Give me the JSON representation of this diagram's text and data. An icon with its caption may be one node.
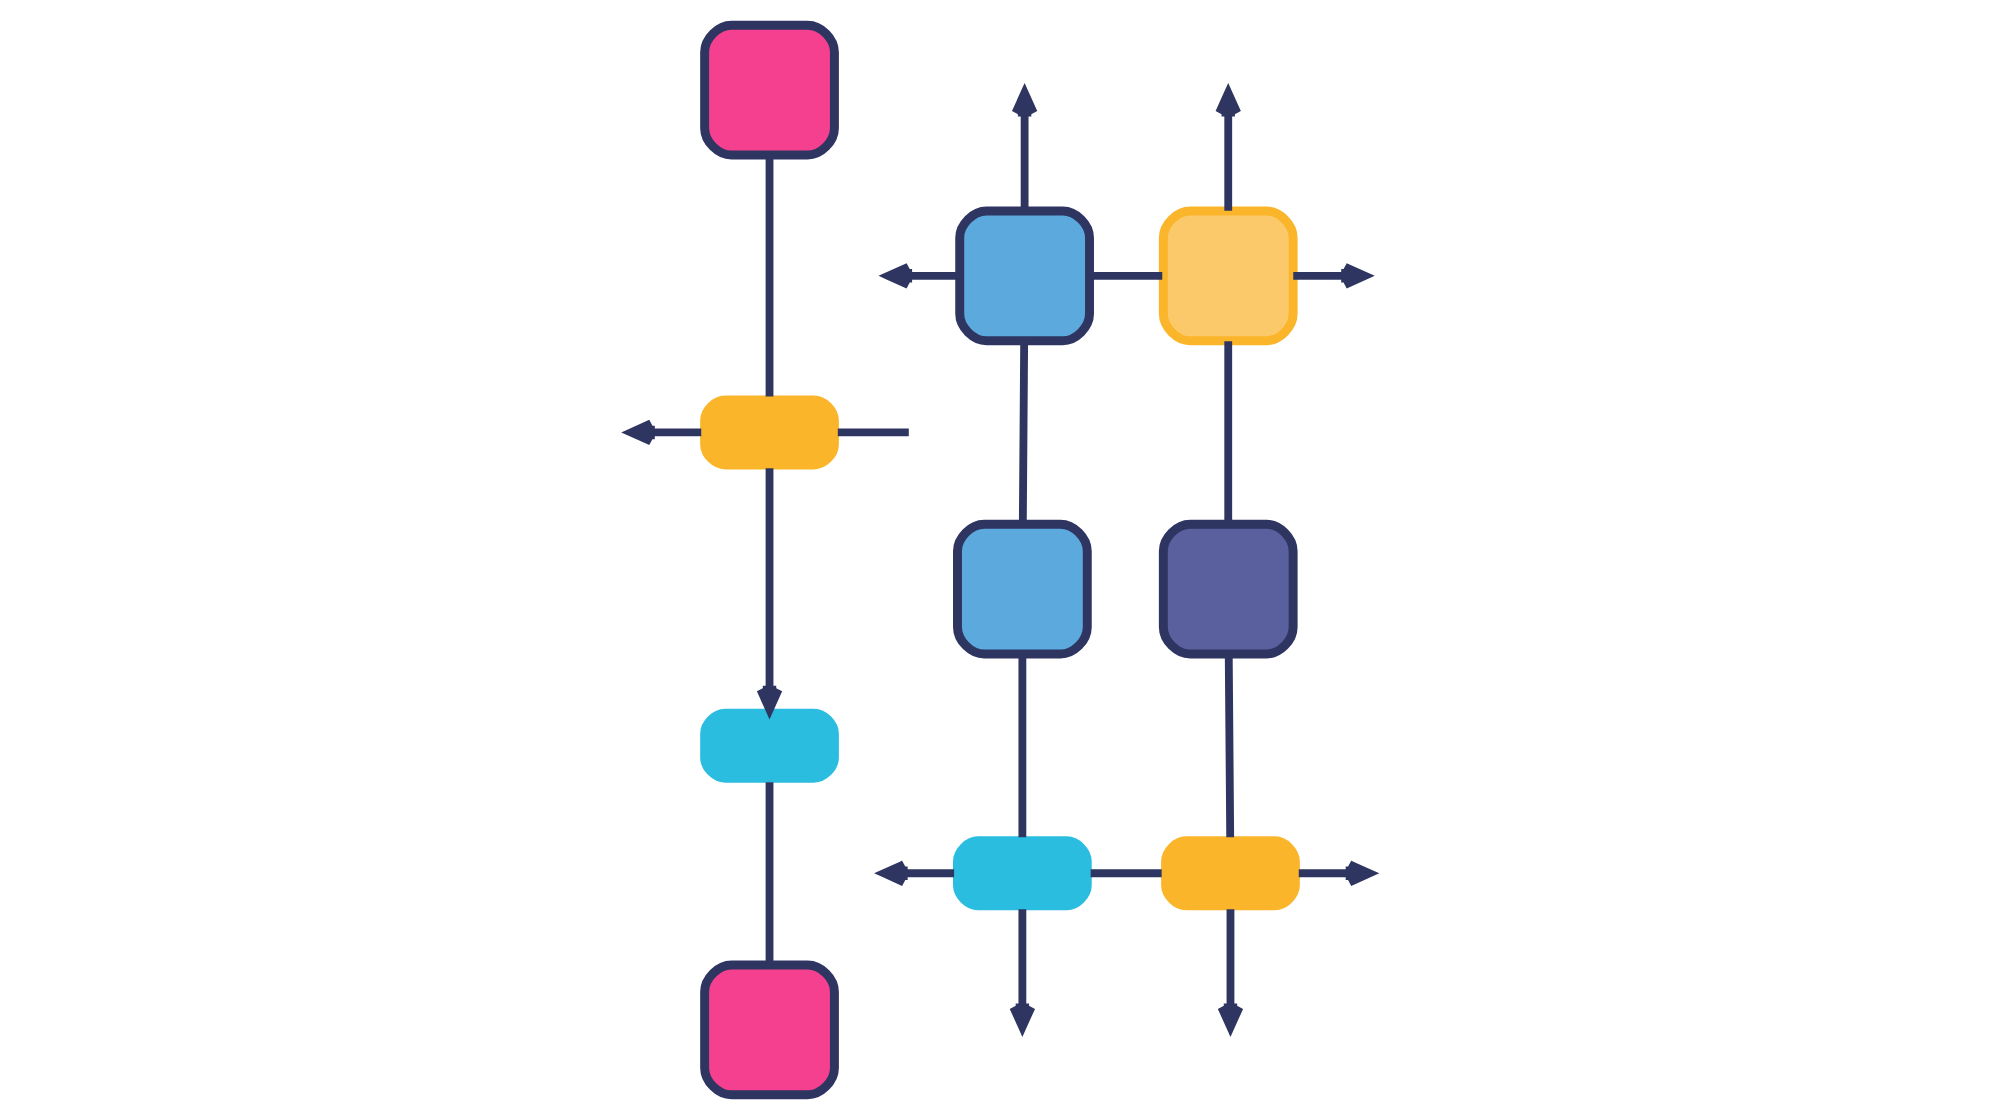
{
  "diagram": {
    "nodes": [
      {
        "text": [],
        "shape": "box"
      },
      {
        "text": [],
        "shape": "box"
      },
      {
        "text": [],
        "shape": "box"
      },
      {
        "text": [],
        "shape": "pill"
      },
      {
        "text": [],
        "shape": "box"
      },
      {
        "text": [],
        "shape": "box"
      },
      {
        "text": [],
        "shape": "pill"
      },
      {
        "text": [],
        "shape": "pill"
      },
      {
        "text": [],
        "shape": "pill"
      },
      {
        "text": [],
        "shape": "box"
      }
    ],
    "edges": [
      {
        "from": 0,
        "to": 3,
        "arrow": "none"
      },
      {
        "from": 1,
        "to": 2,
        "arrow": "none"
      },
      {
        "from": 1,
        "to": null,
        "arrow": "to"
      },
      {
        "from": 1,
        "to": null,
        "arrow": "to"
      },
      {
        "from": 2,
        "to": null,
        "arrow": "to"
      },
      {
        "from": 2,
        "to": null,
        "arrow": "to"
      },
      {
        "from": 1,
        "to": 4,
        "arrow": "none"
      },
      {
        "from": 2,
        "to": 5,
        "arrow": "none"
      },
      {
        "from": 3,
        "to": null,
        "arrow": "none"
      },
      {
        "from": 3,
        "to": null,
        "arrow": "to"
      },
      {
        "from": 3,
        "to": 6,
        "arrow": "to"
      },
      {
        "from": 4,
        "to": 7,
        "arrow": "none"
      },
      {
        "from": 5,
        "to": 8,
        "arrow": "none"
      },
      {
        "from": 6,
        "to": 9,
        "arrow": "none"
      },
      {
        "from": 7,
        "to": 8,
        "arrow": "none"
      },
      {
        "from": 7,
        "to": null,
        "arrow": "to"
      },
      {
        "from": 7,
        "to": null,
        "arrow": "to"
      },
      {
        "from": 8,
        "to": null,
        "arrow": "to"
      },
      {
        "from": 8,
        "to": null,
        "arrow": "to"
      }
    ]
  }
}
